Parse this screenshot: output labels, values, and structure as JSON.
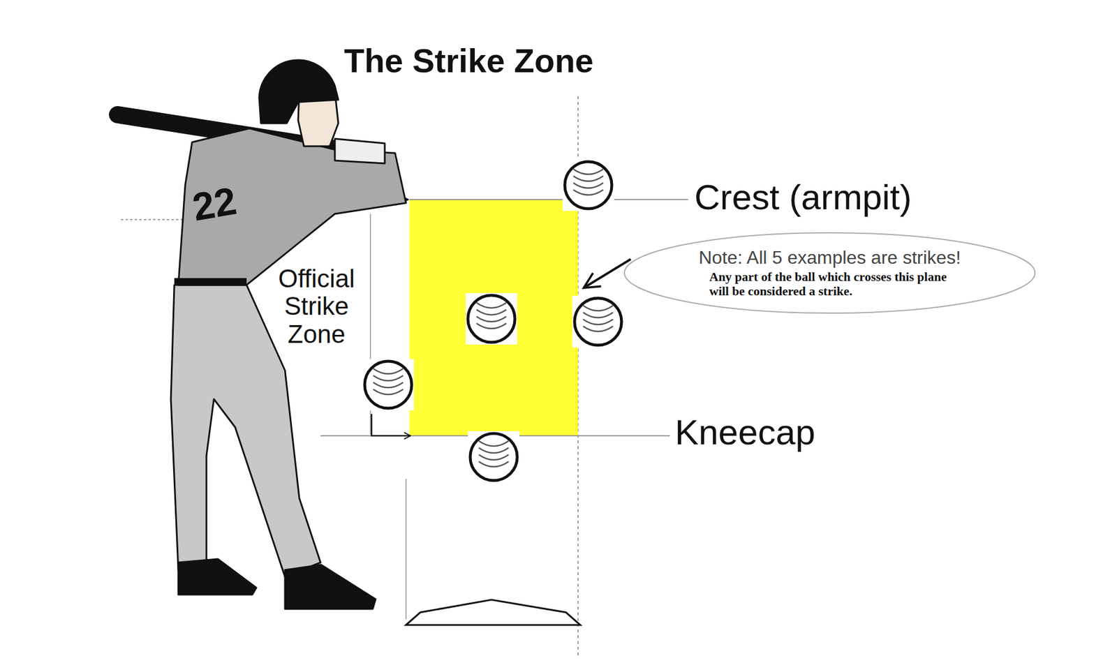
{
  "diagram": {
    "title": "The Strike Zone",
    "nodes": [
      {
        "text": [
          "Note: All 5 examples are strikes!",
          "Any part of the ball which crosses this plane will be considered a strike."
        ]
      }
    ],
    "labels": [
      "Crest (armpit)",
      "Official Strike Zone",
      "Kneecap",
      "22"
    ]
  }
}
